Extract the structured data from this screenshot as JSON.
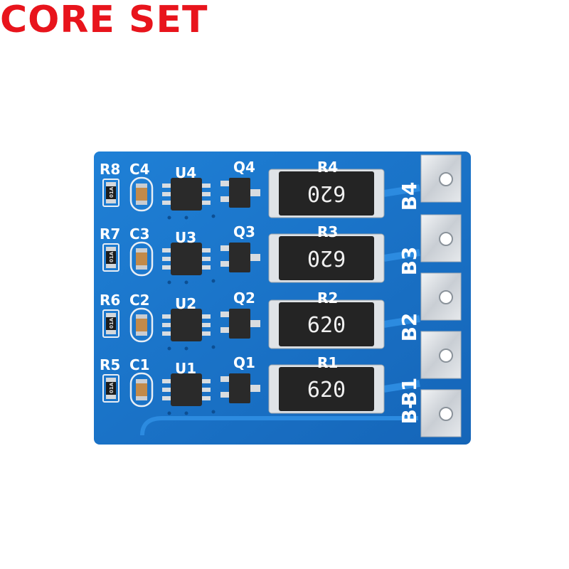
{
  "brand": {
    "text": "CORE SET",
    "color": "#e8141c"
  },
  "board": {
    "color": "#1a73c9",
    "rows": [
      {
        "resistor": "R8",
        "capacitor": "C4",
        "ic": "U4",
        "mosfet": "Q4",
        "power_resistor": "R4",
        "marking": "620",
        "marking_rotated": true,
        "pad": "B4"
      },
      {
        "resistor": "R7",
        "capacitor": "C3",
        "ic": "U3",
        "mosfet": "Q3",
        "power_resistor": "R3",
        "marking": "620",
        "marking_rotated": true,
        "pad": "B3"
      },
      {
        "resistor": "R6",
        "capacitor": "C2",
        "ic": "U2",
        "mosfet": "Q2",
        "power_resistor": "R2",
        "marking": "620",
        "marking_rotated": false,
        "pad": "B2"
      },
      {
        "resistor": "R5",
        "capacitor": "C1",
        "ic": "U1",
        "mosfet": "Q1",
        "power_resistor": "R1",
        "marking": "620",
        "marking_rotated": false,
        "pad": "B1"
      }
    ],
    "bottom_pad": "B-",
    "small_resistor_marking": "01A"
  }
}
